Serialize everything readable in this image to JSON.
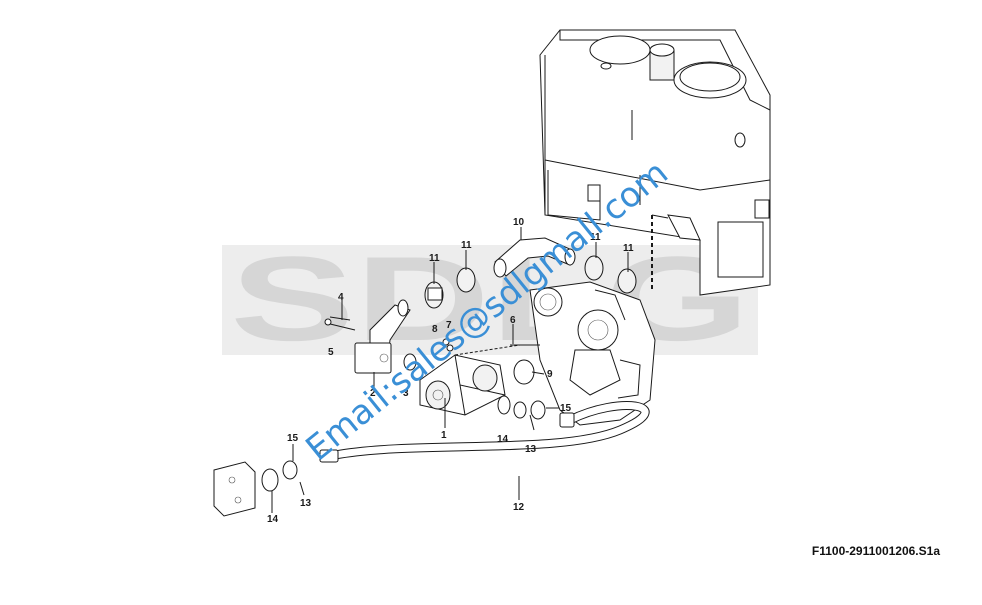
{
  "watermark_logo": "SDLG",
  "watermark_email": "Email:sales@sdlgmall.com",
  "figure_ref": "F1100-2911001206.S1a",
  "callouts": {
    "c1": "1",
    "c2": "2",
    "c3": "3",
    "c4": "4",
    "c5": "5",
    "c6": "6",
    "c7": "7",
    "c8": "8",
    "c9": "9",
    "c10": "10",
    "c11a": "11",
    "c11b": "11",
    "c11c": "11",
    "c11d": "11",
    "c12": "12",
    "c13a": "13",
    "c13b": "13",
    "c14a": "14",
    "c14b": "14",
    "c15a": "15",
    "c15b": "15"
  },
  "colors": {
    "line": "#1a1a1a",
    "watermark_gray": "#d6d6d6",
    "watermark_blue": "#3a8fd6"
  }
}
